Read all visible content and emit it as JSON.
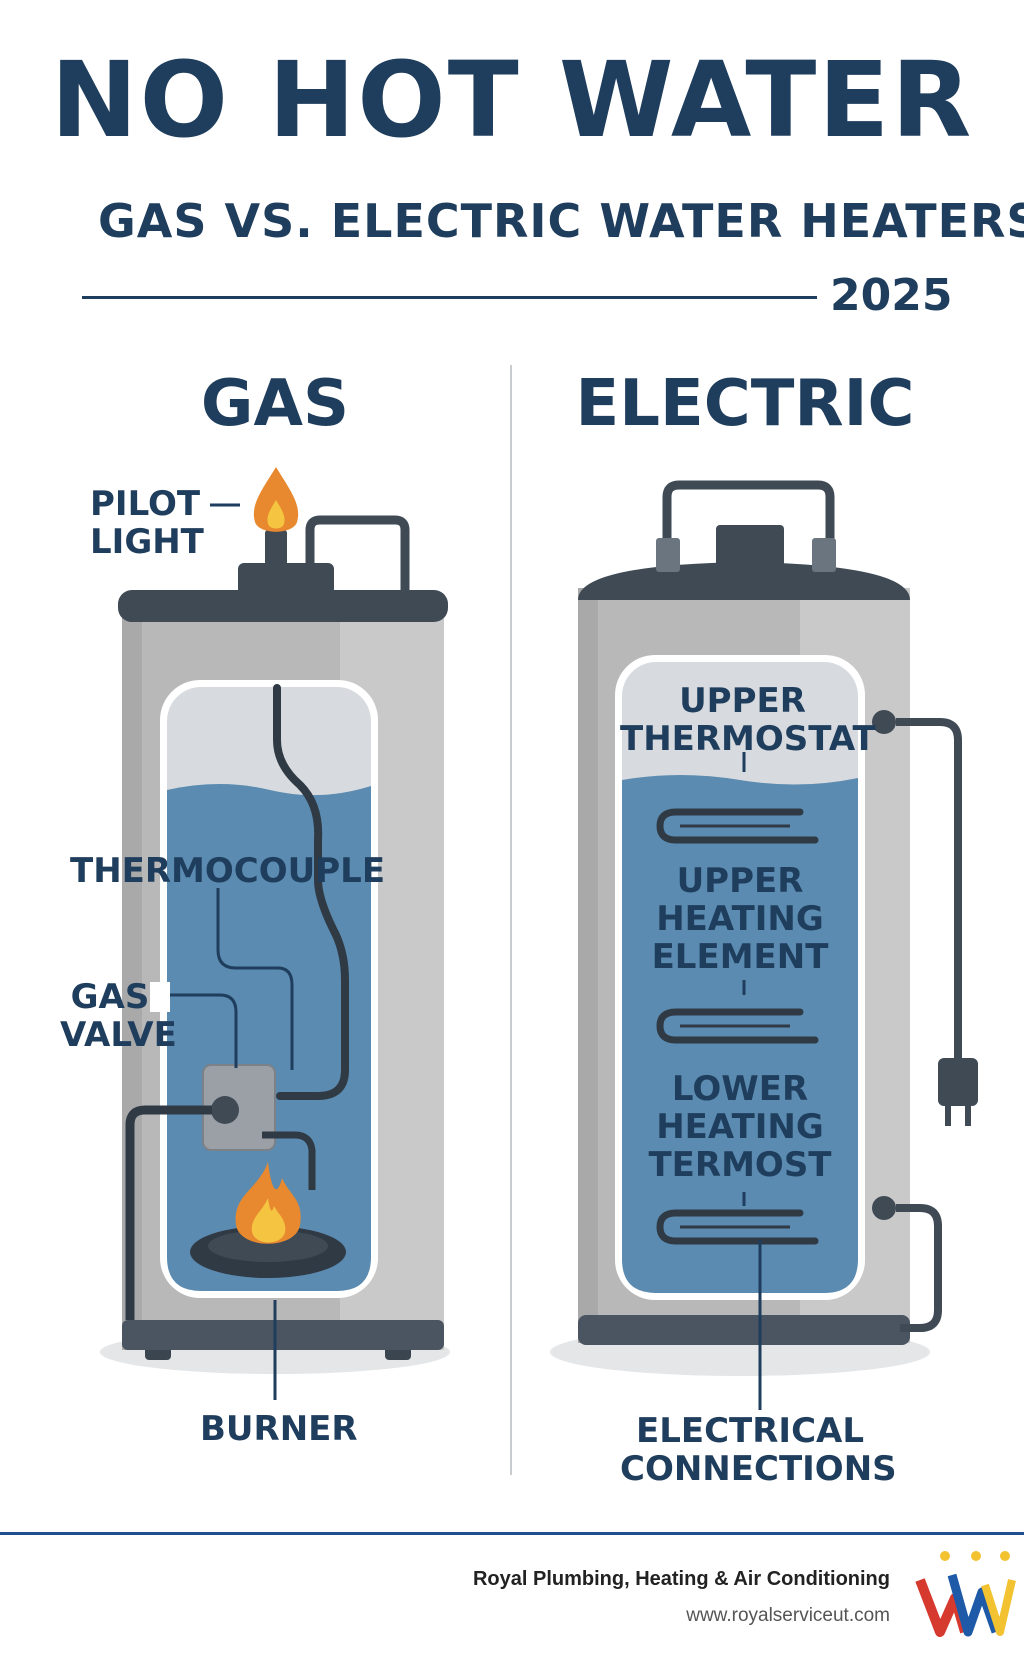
{
  "header": {
    "title": "NO HOT WATER",
    "subtitle": "GAS VS. ELECTRIC WATER HEATERS",
    "year": "2025"
  },
  "gas": {
    "heading": "GAS",
    "labels": {
      "pilot": "PILOT\nLIGHT",
      "thermocouple": "THERMOCOUPLE",
      "gas_valve": "GAS\nVALVE",
      "burner": "BURNER"
    }
  },
  "electric": {
    "heading": "ELECTRIC",
    "labels": {
      "upper_thermostat": "UPPER\nTHERMOSTAT",
      "upper_element": "UPPER\nHEATING\nELEMENT",
      "lower_element": "LOWER\nHEATING\nTERMOST",
      "connections": "ELECTRICAL\nCONNECTIONS"
    }
  },
  "footer": {
    "company": "Royal Plumbing, Heating & Air Conditioning",
    "website": "www.royalserviceut.com"
  },
  "colors": {
    "navy": "#1f3d5c",
    "tank": "#b9b9b9",
    "water": "#5b8bb0",
    "flame": "#e8892f"
  }
}
